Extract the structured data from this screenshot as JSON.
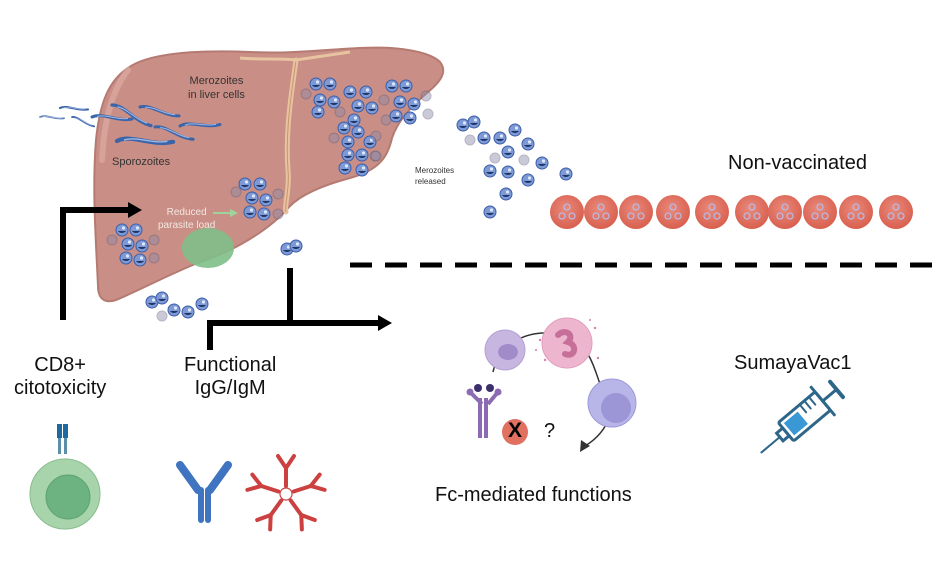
{
  "figure": {
    "labels": {
      "merozoites_liver": [
        "Merozoites",
        "in liver cells"
      ],
      "sporozoites": "Sporozoites",
      "reduced_load": [
        "Reduced",
        "parasite load"
      ],
      "merozoites_released": [
        "Merozoites",
        "released"
      ],
      "non_vaccinated": "Non-vaccinated",
      "cd8": [
        "CD8+",
        "citotoxicity"
      ],
      "functional_ig": [
        "Functional",
        "IgG/IgM"
      ],
      "fc_functions": "Fc-mediated functions",
      "vaccine": "SumayaVac1",
      "blocked_mark": "X",
      "question_mark": "?"
    },
    "icons": {
      "liver": "liver-icon",
      "sporozoite": "sporozoite-icon",
      "merozoite": "merozoite-icon",
      "infected_rbc": "infected-red-blood-cell-icon",
      "t_cell": "cd8-t-cell-icon",
      "igg": "igg-antibody-icon",
      "igm": "igm-pentamer-icon",
      "fc_receptor": "fc-receptor-icon",
      "immune_cells": "immune-cells-icon",
      "syringe": "syringe-icon"
    },
    "infected_rbc_count": 10,
    "colors": {
      "liver": "#c98f86",
      "liver_edge": "#b97a71",
      "parasite": "#4a6fb5",
      "rbc": "#e07060",
      "t_cell": "#a7d3a8",
      "igg": "#3f74c0",
      "igm": "#cc4040",
      "syringe": "#2d6689",
      "arrow": "#000000"
    }
  }
}
